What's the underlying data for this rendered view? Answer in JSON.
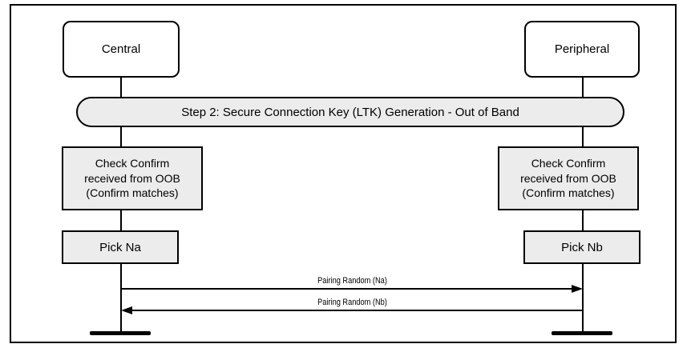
{
  "diagram": {
    "type": "sequence",
    "colors": {
      "background": "#ffffff",
      "line": "#000000",
      "process_fill": "#ececec",
      "actor_fill": "#ffffff"
    },
    "actors": {
      "central": "Central",
      "peripheral": "Peripheral"
    },
    "banner": {
      "label": "Step 2: Secure Connection Key (LTK) Generation - Out of Band"
    },
    "central": {
      "check": "Check Confirm\nreceived from OOB\n(Confirm matches)",
      "pick": "Pick Na"
    },
    "peripheral": {
      "check": "Check Confirm\nreceived from OOB\n(Confirm matches)",
      "pick": "Pick Nb"
    },
    "messages": [
      {
        "label": "Pairing Random (Na)",
        "direction": "right"
      },
      {
        "label": "Pairing Random (Nb)",
        "direction": "left"
      }
    ]
  }
}
